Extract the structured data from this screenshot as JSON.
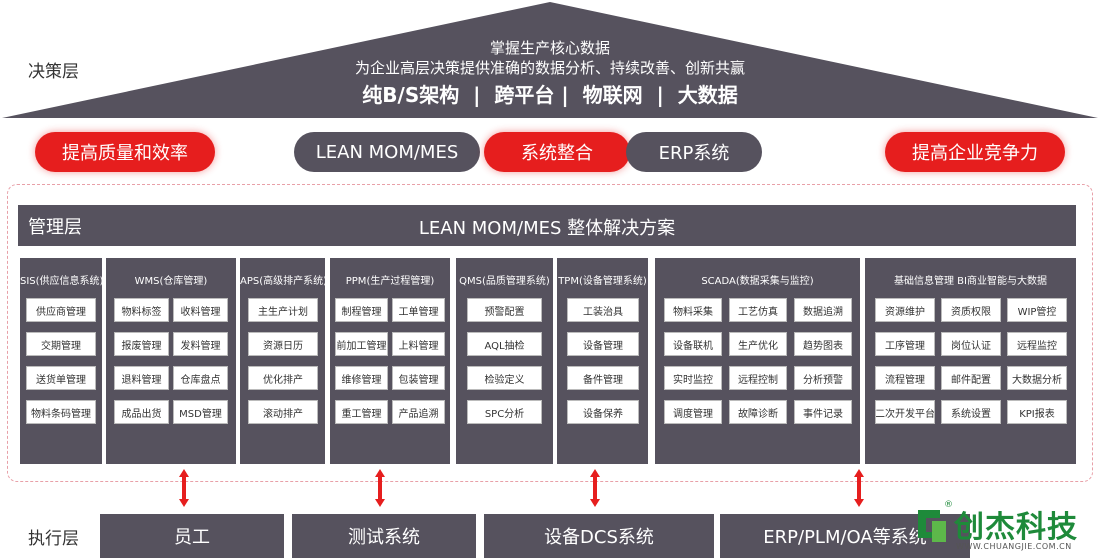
{
  "decision": {
    "label": "决策层",
    "line1": "掌握生产核心数据",
    "line2": "为企业高层决策提供准确的数据分析、持续改善、创新共赢",
    "line3": "纯B/S架构  |  跨平台 |  物联网  |  大数据"
  },
  "pills": {
    "quality": "提高质量和效率",
    "lean": "LEAN MOM/MES",
    "integration": "系统整合",
    "erp": "ERP系统",
    "competitive": "提高企业竞争力"
  },
  "management": {
    "label": "管理层",
    "title": "LEAN MOM/MES 整体解决方案"
  },
  "modules": [
    {
      "title": "SIS(供应信息系统)",
      "items": [
        "供应商管理",
        "交期管理",
        "送货单管理",
        "物料条码管理"
      ]
    },
    {
      "title": "WMS(仓库管理)",
      "items": [
        "物料标签",
        "收料管理",
        "报废管理",
        "发料管理",
        "退料管理",
        "仓库盘点",
        "成品出货",
        "MSD管理"
      ]
    },
    {
      "title": "APS(高级排产系统)",
      "items": [
        "主生产计划",
        "资源日历",
        "优化排产",
        "滚动排产"
      ]
    },
    {
      "title": "PPM(生产过程管理)",
      "items": [
        "制程管理",
        "工单管理",
        "前加工管理",
        "上料管理",
        "维修管理",
        "包装管理",
        "重工管理",
        "产品追溯"
      ]
    },
    {
      "title": "QMS(品质管理系统)",
      "items": [
        "预警配置",
        "AQL抽检",
        "检验定义",
        "SPC分析"
      ]
    },
    {
      "title": "TPM(设备管理系统)",
      "items": [
        "工装治具",
        "设备管理",
        "备件管理",
        "设备保养"
      ]
    },
    {
      "title": "SCADA(数据采集与监控)",
      "items": [
        "物料采集",
        "工艺仿真",
        "数据追溯",
        "设备联机",
        "生产优化",
        "趋势图表",
        "实时监控",
        "远程控制",
        "分析预警",
        "调度管理",
        "故障诊断",
        "事件记录"
      ]
    },
    {
      "title": "基础信息管理 BI商业智能与大数据",
      "items": [
        "资源维护",
        "资质权限",
        "WIP管控",
        "工序管理",
        "岗位认证",
        "远程监控",
        "流程管理",
        "邮件配置",
        "大数据分析",
        "二次开发平台",
        "系统设置",
        "KPI报表"
      ]
    }
  ],
  "execution": {
    "label": "执行层",
    "boxes": [
      "员工",
      "测试系统",
      "设备DCS系统",
      "ERP/PLM/OA等系统"
    ]
  },
  "logo": {
    "name": "创杰科技",
    "reg": "®",
    "url": "WWW.CHUANGJIE.COM.CN"
  },
  "colors": {
    "dark": "#56525e",
    "red": "#e61e1e",
    "roof": "#56525e",
    "brand_green": "#1e8a3a"
  }
}
